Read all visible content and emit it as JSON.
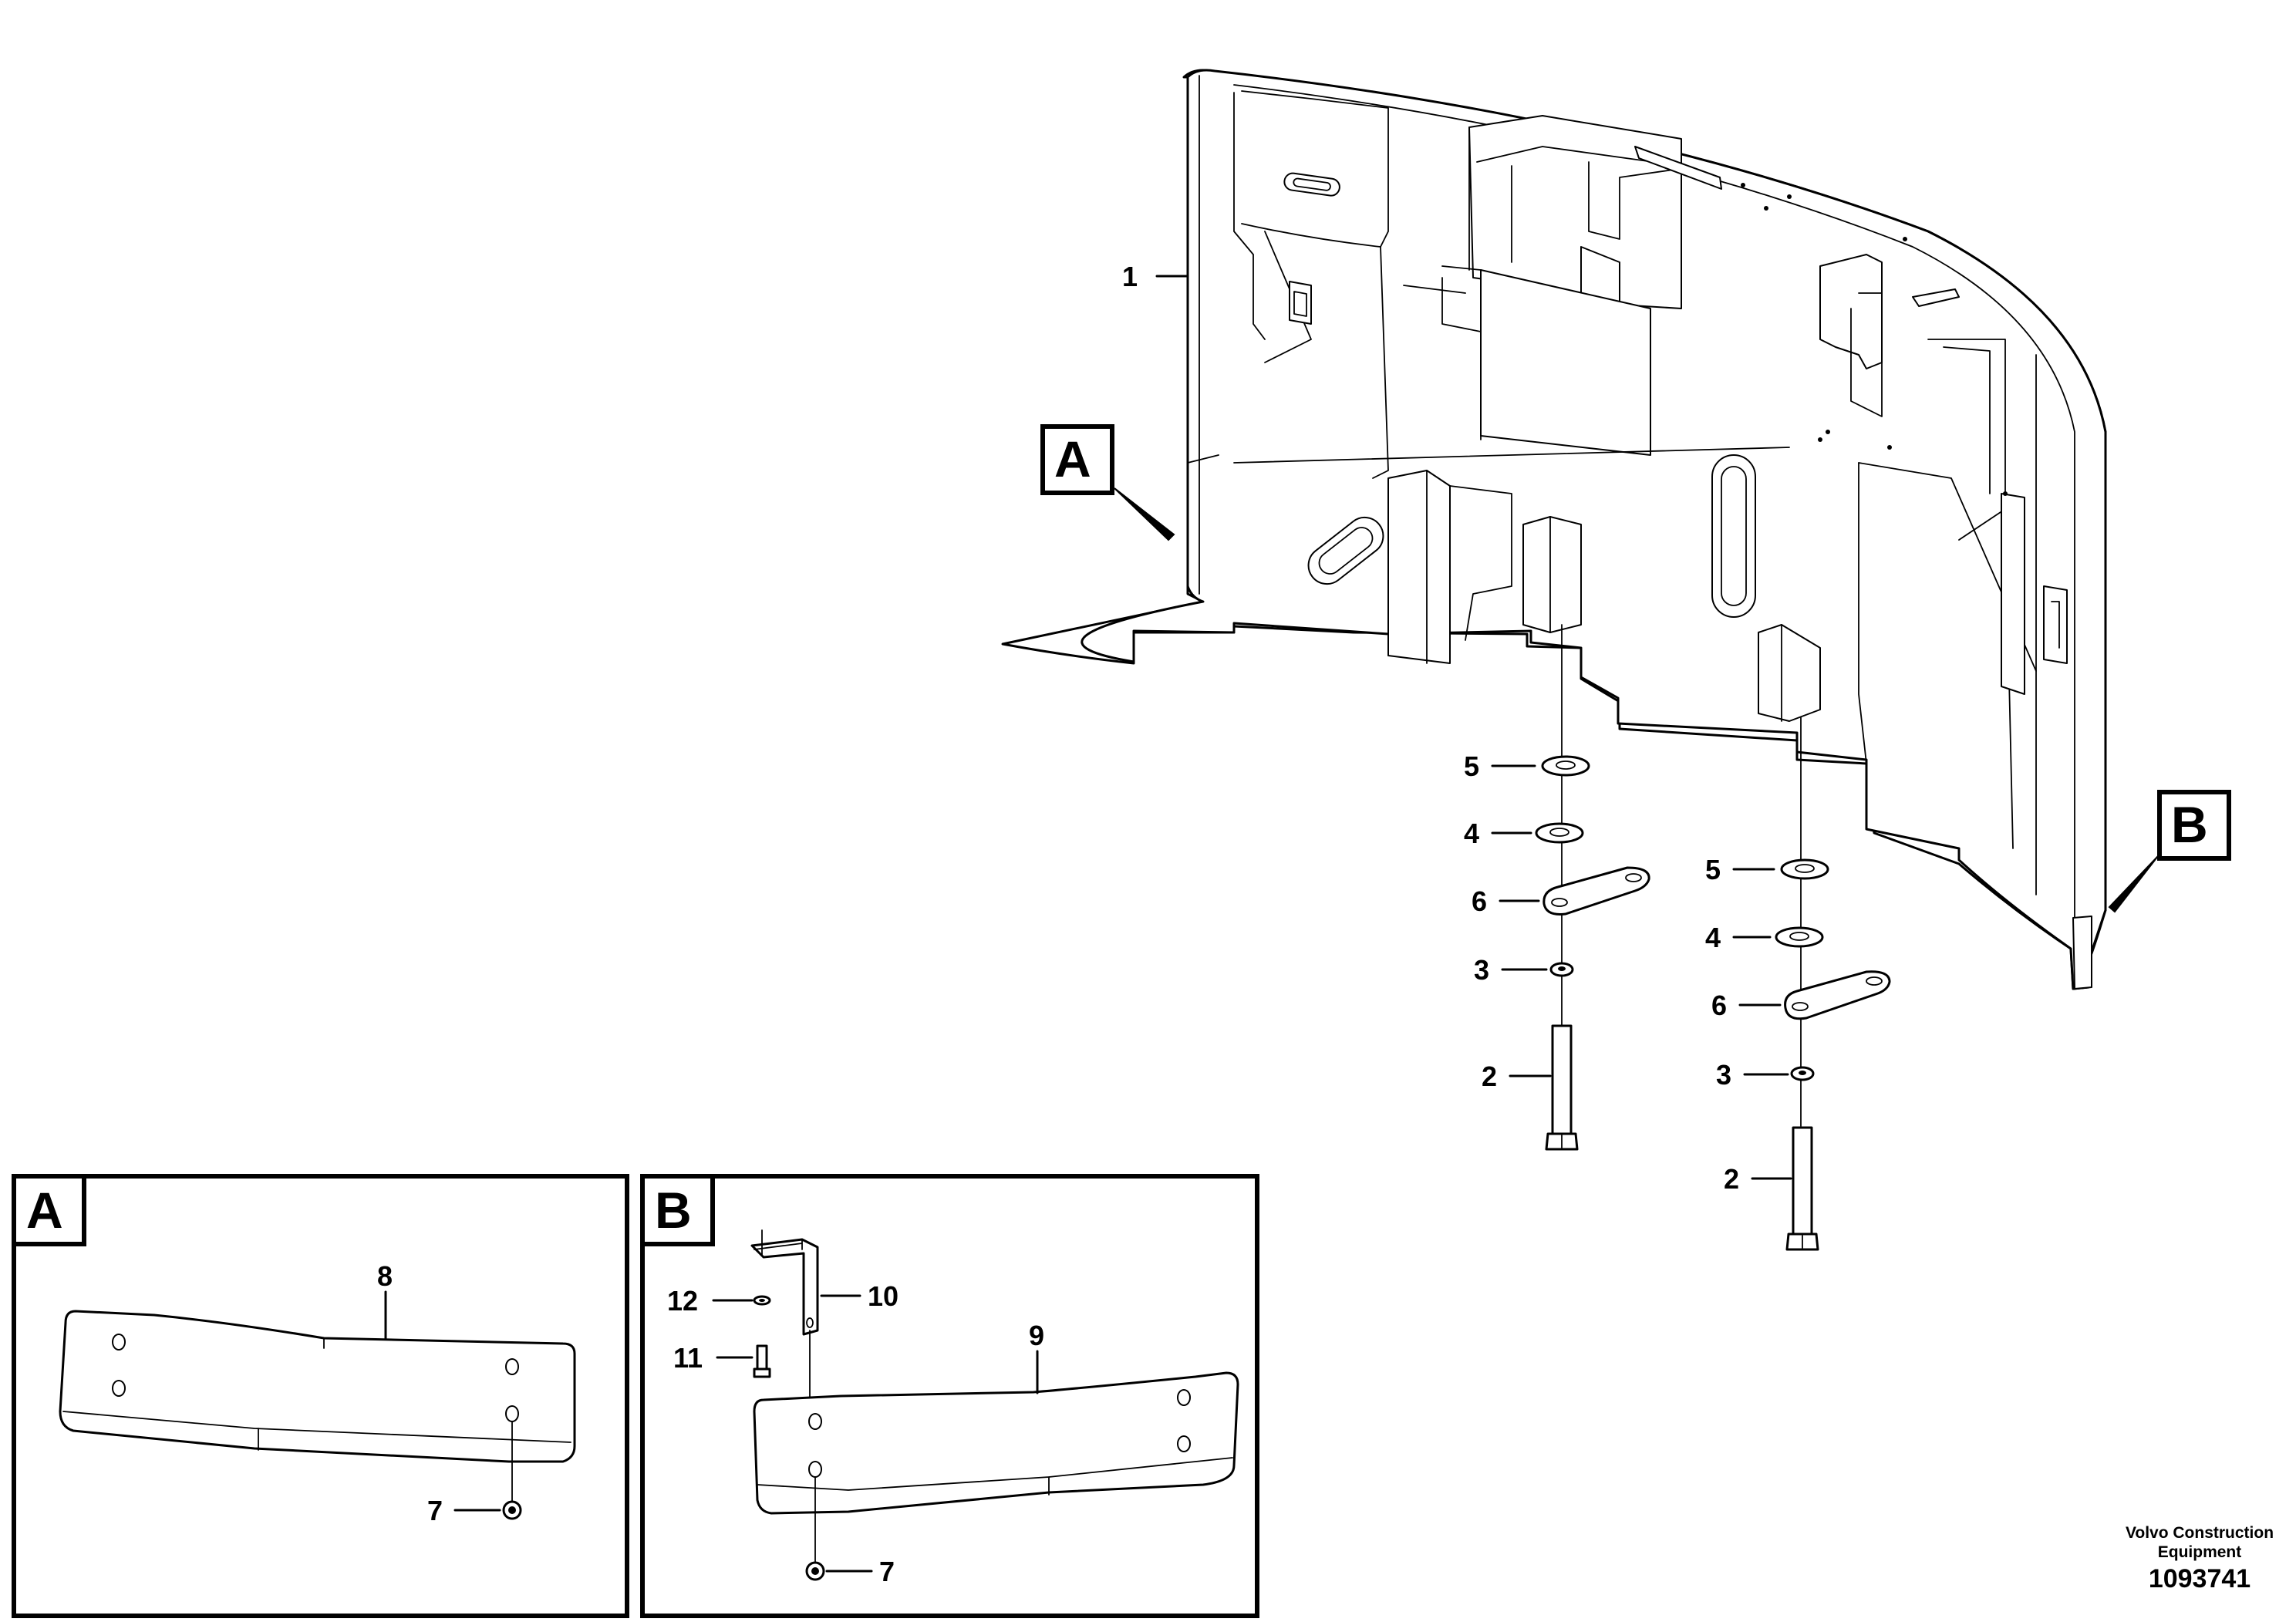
{
  "drawing": {
    "callouts": {
      "c1": "1",
      "c5a": "5",
      "c4a": "4",
      "c6a": "6",
      "c3a": "3",
      "c2a": "2",
      "c5b": "5",
      "c4b": "4",
      "c6b": "6",
      "c3b": "3",
      "c2b": "2",
      "c8": "8",
      "c7a": "7",
      "c12": "12",
      "c11": "11",
      "c10": "10",
      "c9": "9",
      "c7b": "7"
    },
    "view_markers": {
      "a": "A",
      "b": "B"
    },
    "detail_views": [
      {
        "letter": "A"
      },
      {
        "letter": "B"
      }
    ]
  },
  "footer": {
    "company_line1": "Volvo Construction",
    "company_line2": "Equipment",
    "doc_number": "1093741"
  }
}
